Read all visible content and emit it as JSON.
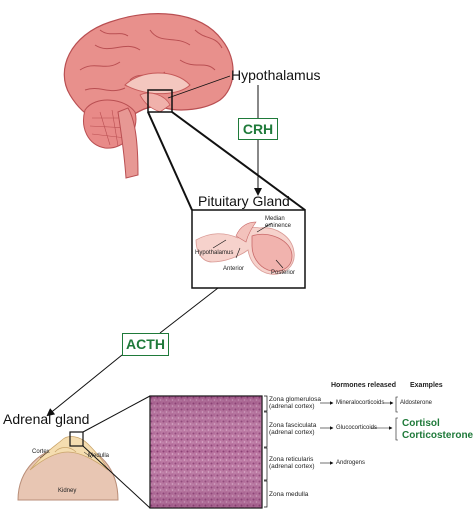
{
  "labels": {
    "hypothalamus": "Hypothalamus",
    "pituitary": "Pituitary Gland",
    "adrenal": "Adrenal gland",
    "crh": "CRH",
    "acth": "ACTH",
    "median_eminence_1": "Median",
    "median_eminence_2": "eminence",
    "inset_hypothalamus": "Hypothalamus",
    "anterior": "Anterior",
    "posterior": "Posterior",
    "cortex": "Cortex",
    "medulla": "Medulla",
    "kidney": "Kidney",
    "hormones_released": "Hormones released",
    "examples": "Examples"
  },
  "zones": [
    {
      "name": "Zona glomerulosa",
      "sub": "(adrenal cortex)",
      "hormone": "Mineralocorticoids",
      "example": "Aldosterone"
    },
    {
      "name": "Zona fasciculata",
      "sub": "(adrenal cortex)",
      "hormone": "Glucocorticoids",
      "example1": "Cortisol",
      "example2": "Corticosterone"
    },
    {
      "name": "Zona reticularis",
      "sub": "(adrenal cortex)",
      "hormone": "Androgens"
    },
    {
      "name": "Zona medulla"
    }
  ],
  "colors": {
    "brain": "#e8908c",
    "brain_dark": "#c65a5a",
    "green": "#1f7a3a",
    "tissue": "#b56a9e"
  }
}
